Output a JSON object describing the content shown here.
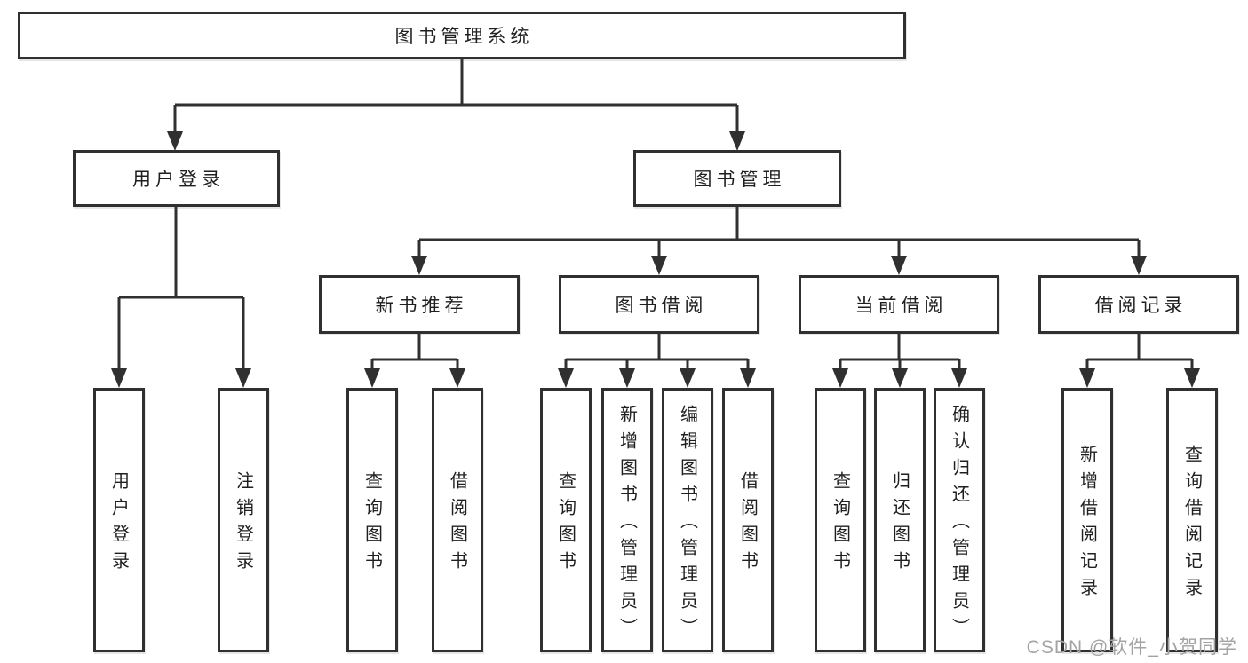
{
  "tree": {
    "label": "图书管理系统",
    "children": [
      {
        "label": "用户登录",
        "children": [
          {
            "label": "用户登录"
          },
          {
            "label": "注销登录"
          }
        ]
      },
      {
        "label": "图书管理",
        "children": [
          {
            "label": "新书推荐",
            "children": [
              {
                "label": "查询图书"
              },
              {
                "label": "借阅图书"
              }
            ]
          },
          {
            "label": "图书借阅",
            "children": [
              {
                "label": "查询图书"
              },
              {
                "label": "新增图书（管理员）"
              },
              {
                "label": "编辑图书（管理员）"
              },
              {
                "label": "借阅图书"
              }
            ]
          },
          {
            "label": "当前借阅",
            "children": [
              {
                "label": "查询图书"
              },
              {
                "label": "归还图书"
              },
              {
                "label": "确认归还（管理员）"
              }
            ]
          },
          {
            "label": "借阅记录",
            "children": [
              {
                "label": "新增借阅记录"
              },
              {
                "label": "查询借阅记录"
              }
            ]
          }
        ]
      }
    ]
  },
  "watermark": {
    "text": "CSDN @软件_小贺同学"
  },
  "colors": {
    "line": "#303030",
    "text": "#1f1f1f",
    "watermark": "#a3a3a3",
    "background": "#ffffff"
  }
}
